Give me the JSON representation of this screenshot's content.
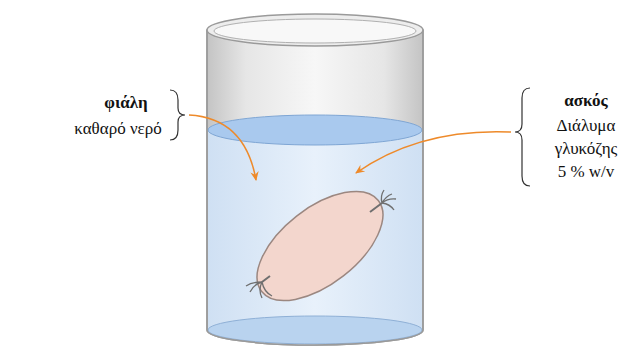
{
  "diagram": {
    "labels": [
      "φιάλη",
      "καθαρό νερό",
      "ασκός",
      "Διάλυμα γλυκόζης 5 % w/v"
    ]
  }
}
